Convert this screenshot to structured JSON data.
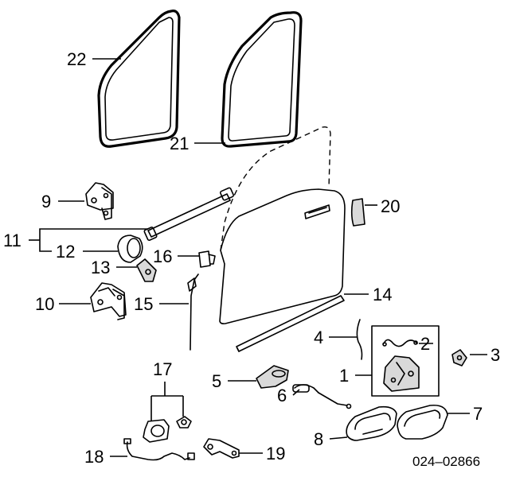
{
  "labels": {
    "p1": "1",
    "p2": "2",
    "p3": "3",
    "p4": "4",
    "p5": "5",
    "p6": "6",
    "p7": "7",
    "p8": "8",
    "p9": "9",
    "p10": "10",
    "p11": "11",
    "p12": "12",
    "p13": "13",
    "p14": "14",
    "p15": "15",
    "p16": "16",
    "p17": "17",
    "p18": "18",
    "p19": "19",
    "p20": "20",
    "p21": "21",
    "p22": "22"
  },
  "diagram_code": "024–02866"
}
